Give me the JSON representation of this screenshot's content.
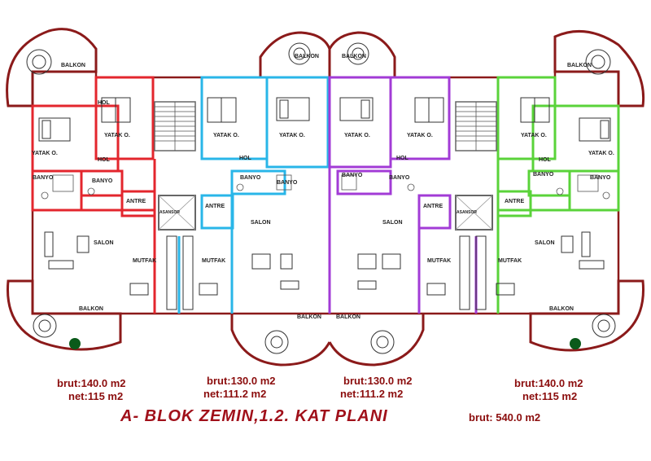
{
  "title": "A- BLOK ZEMIN,1.2. KAT PLANI",
  "total": "brut: 540.0 m2",
  "units": [
    {
      "brut": "brut:140.0 m2",
      "net": "net:115 m2"
    },
    {
      "brut": "brut:130.0 m2",
      "net": "net:111.2 m2"
    },
    {
      "brut": "brut:130.0 m2",
      "net": "net:111.2 m2"
    },
    {
      "brut": "brut:140.0 m2",
      "net": "net:115 m2"
    }
  ],
  "rooms": {
    "balkon": "BALKON",
    "yatak": "YATAK O.",
    "hol": "HOL",
    "banyo": "BANYO",
    "antre": "ANTRE",
    "salon": "SALON",
    "mutfak": "MUTFAK",
    "asansor": "ASANSOR"
  },
  "colors": {
    "unit1": "#e3262d",
    "unit2": "#29b6e8",
    "unit3": "#a23bd6",
    "unit4": "#5ad33a",
    "outer": "#8b1a1a",
    "text": "#8b0d0d"
  }
}
